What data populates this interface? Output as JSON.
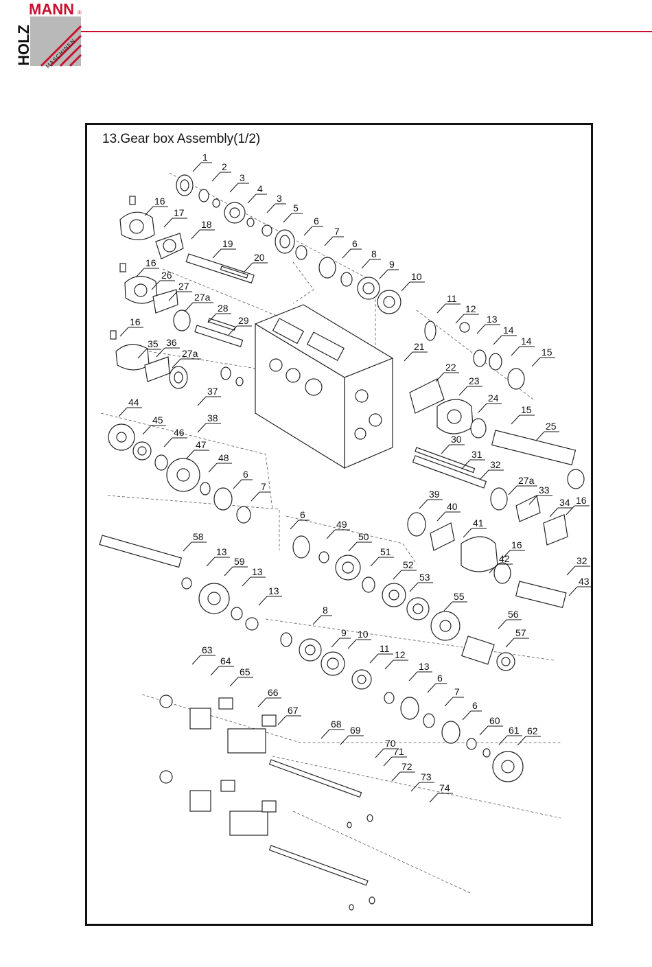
{
  "brand": {
    "name_primary": "MANN",
    "name_vertical": "HOLZ",
    "subtitle": "MASCHINEN",
    "registered_mark": "®",
    "accent_color": "#c8102e",
    "box_color": "#b9b9b9"
  },
  "diagram": {
    "title": "13.Gear box Assembly(1/2)",
    "part_labels": [
      "1",
      "2",
      "3",
      "4",
      "3",
      "5",
      "6",
      "7",
      "6",
      "8",
      "9",
      "10",
      "16",
      "17",
      "18",
      "19",
      "20",
      "16",
      "26",
      "27",
      "27a",
      "28",
      "29",
      "11",
      "12",
      "13",
      "14",
      "14",
      "15",
      "16",
      "35",
      "36",
      "27a",
      "37",
      "38",
      "21",
      "22",
      "23",
      "24",
      "15",
      "44",
      "45",
      "46",
      "47",
      "48",
      "6",
      "7",
      "30",
      "31",
      "32",
      "25",
      "27a",
      "33",
      "34",
      "16",
      "39",
      "40",
      "41",
      "16",
      "42",
      "32",
      "43",
      "58",
      "13",
      "59",
      "13",
      "13",
      "6",
      "49",
      "50",
      "51",
      "52",
      "53",
      "55",
      "56",
      "57",
      "8",
      "9",
      "10",
      "11",
      "12",
      "13",
      "6",
      "7",
      "6",
      "60",
      "61",
      "62",
      "63",
      "64",
      "65",
      "66",
      "67",
      "68",
      "69",
      "70",
      "71",
      "72",
      "73",
      "74"
    ]
  }
}
